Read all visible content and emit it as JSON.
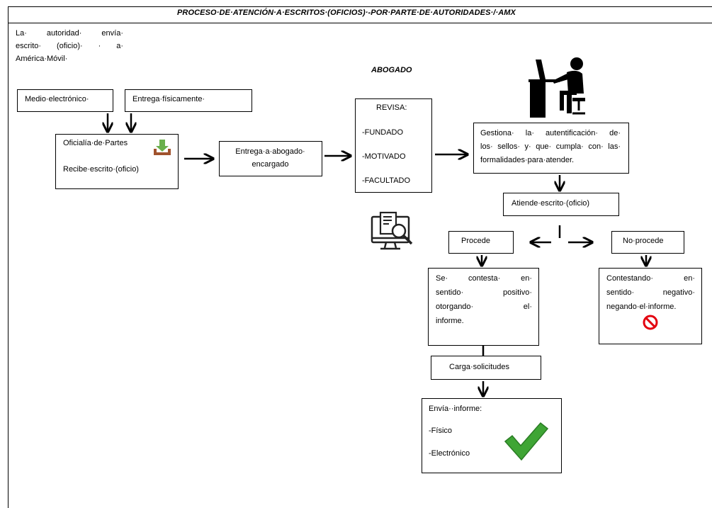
{
  "title": "PROCESO·DE·ATENCIÓN·A·ESCRITOS·(OFICIOS)·-POR·PARTE·DE·AUTORIDADES·/·AMX",
  "intro": [
    "La· autoridad· envía·",
    "escrito· (oficio)· · a·",
    "América·Móvil·"
  ],
  "role_label": "ABOGADO",
  "nodes": {
    "medio_electronico": "Medio·electrónico·",
    "entrega_fisicamente": "Entrega·físicamente·",
    "oficialia_title": "Oficialía·de·Partes",
    "oficialia_sub": "Recibe·escrito·(oficio)",
    "entrega_abogado": [
      "Entrega·a·abogado·",
      "encargado"
    ],
    "revisa_title": "REVISA:",
    "revisa_items": [
      "-FUNDADO",
      "-MOTIVADO",
      "-FACULTADO"
    ],
    "gestiona": [
      "Gestiona· la· autentificación· de·",
      "los· sellos· y· que· cumpla· con· las·",
      "formalidades·para·atender."
    ],
    "atiende": "Atiende·escrito·(oficio)",
    "procede": "Procede",
    "no_procede": "No·procede",
    "se_contesta": [
      "Se·   contesta·   en·",
      "sentido·     positivo·",
      "otorgando·       el·",
      "informe."
    ],
    "contestando": [
      "Contestando·       en·",
      "sentido·    negativo·",
      "negando·el·informe."
    ],
    "carga": "Carga·solicitudes",
    "envia_title": "Envía··informe:",
    "envia_items": [
      "-Físico",
      "-Electrónico"
    ]
  },
  "colors": {
    "download_arrow": "#6ab04c",
    "tray": "#a0522d",
    "no_sign": "#e3000f",
    "check": "#3fa535"
  },
  "icons": [
    "download-tray-icon",
    "person-at-desk-icon",
    "document-search-icon",
    "no-entry-icon",
    "checkmark-icon"
  ]
}
